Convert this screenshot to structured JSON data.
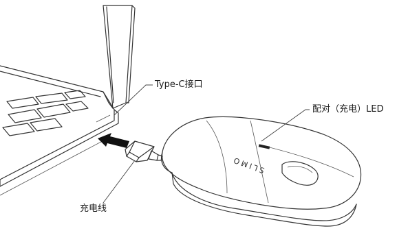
{
  "labels": {
    "port": "Type-C接口",
    "led": "配对（充电）LED",
    "cable": "充电线"
  },
  "mouse_brand": "SLIMO"
}
